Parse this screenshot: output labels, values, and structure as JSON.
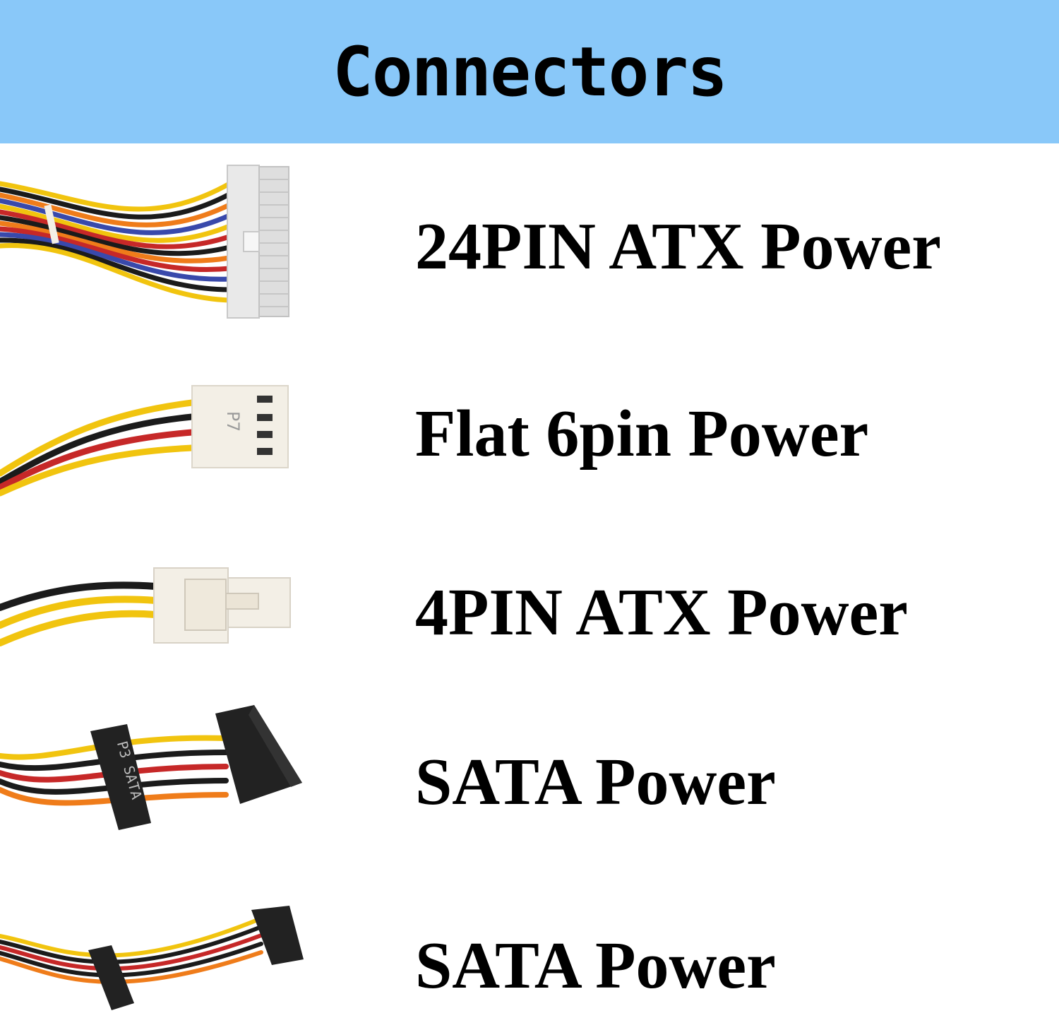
{
  "colors": {
    "header_bg": "#89c8f9",
    "page_bg": "#ffffff",
    "text": "#000000",
    "wire_yellow": "#f1c40f",
    "wire_red": "#c62828",
    "wire_black": "#1b1b1b",
    "wire_orange": "#ef7c1a",
    "wire_blue": "#3949ab",
    "connector_white": "#f3efe6",
    "connector_grey": "#d6d6d6",
    "connector_black": "#222222"
  },
  "header": {
    "title": "Connectors"
  },
  "connectors": [
    {
      "label": "24PIN ATX Power",
      "icon": "atx-24pin-connector-icon"
    },
    {
      "label": "Flat 6pin Power",
      "icon": "flat-6pin-connector-icon"
    },
    {
      "label": "4PIN ATX Power",
      "icon": "atx-4pin-connector-icon"
    },
    {
      "label": "SATA Power",
      "icon": "sata-connector-icon",
      "print": "P3 SATA"
    },
    {
      "label": "SATA Power",
      "icon": "sata-connector-icon"
    }
  ]
}
